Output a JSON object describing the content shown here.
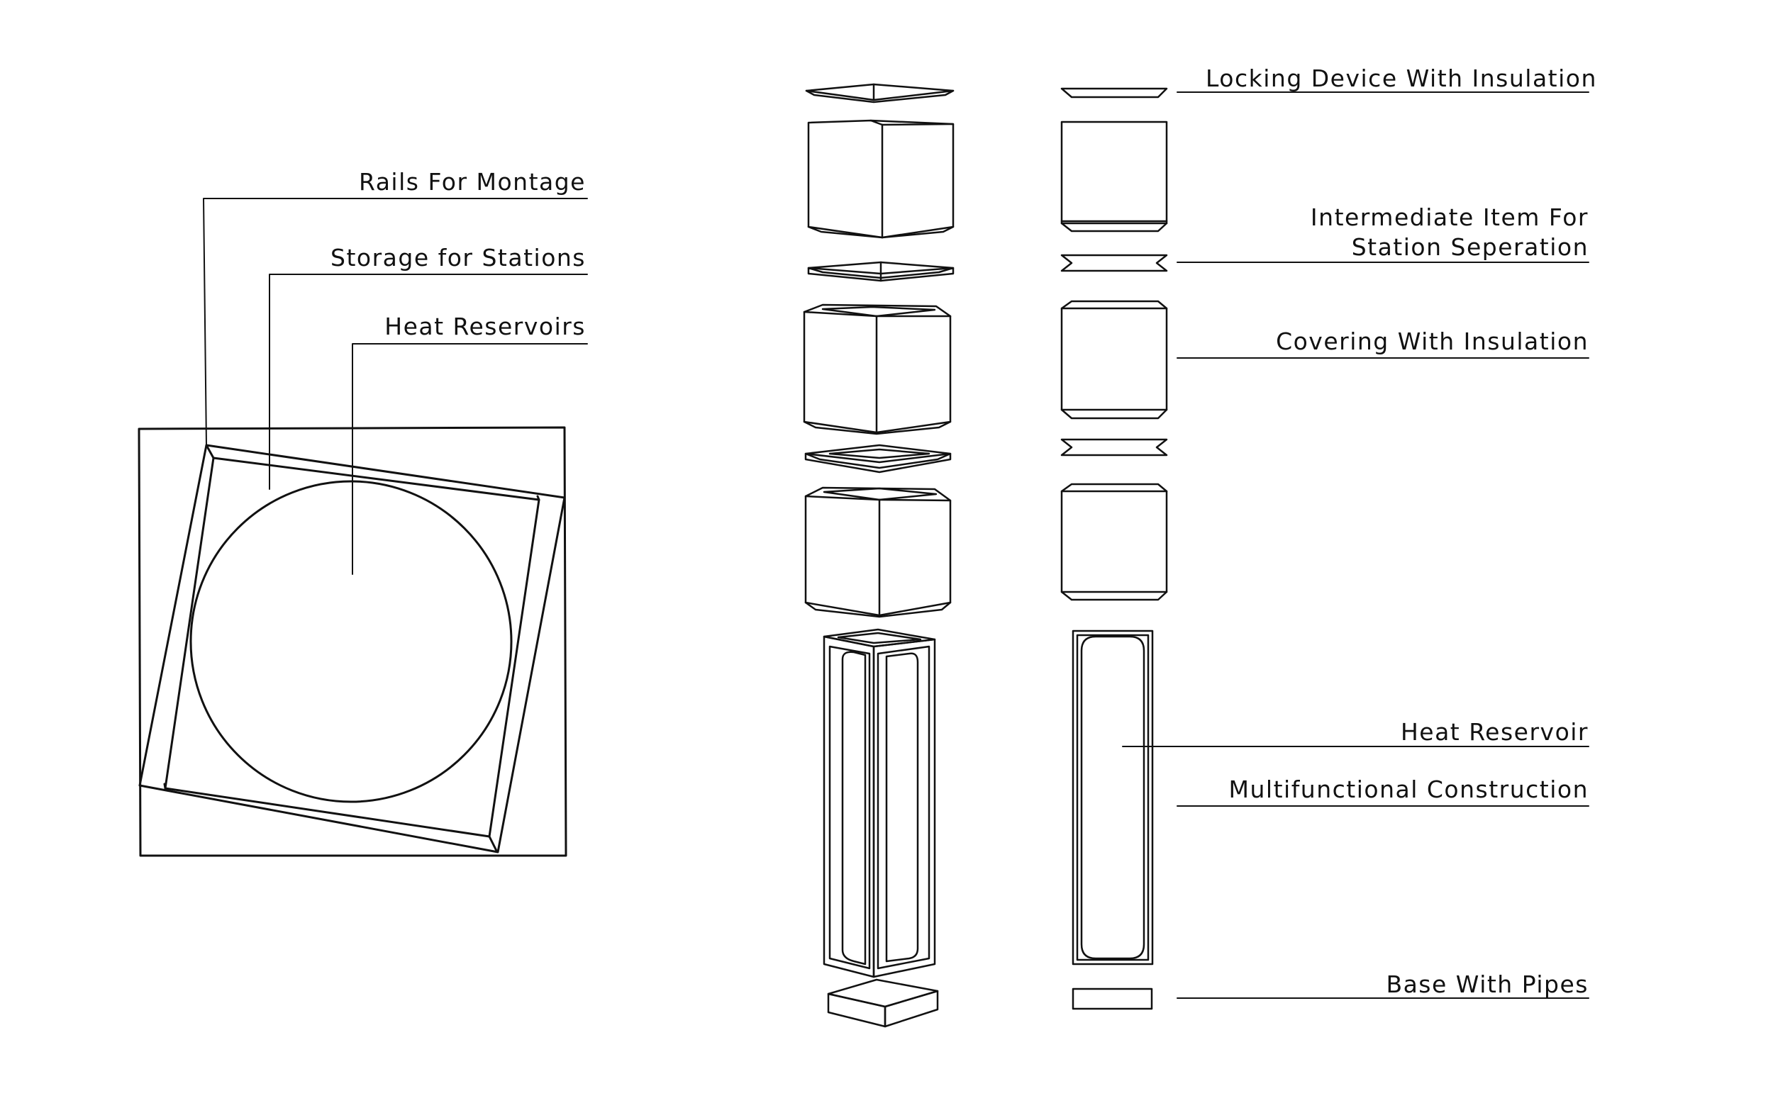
{
  "plan_view": {
    "labels": [
      {
        "id": "rails",
        "text": "Rails For Montage"
      },
      {
        "id": "storage",
        "text": "Storage for Stations"
      },
      {
        "id": "heat_reservoirs",
        "text": "Heat Reservoirs"
      }
    ]
  },
  "section_view": {
    "labels": [
      {
        "id": "locking",
        "lines": [
          "Locking Device With Insulation"
        ]
      },
      {
        "id": "intermediate",
        "lines": [
          "Intermediate Item For",
          "Station Seperation"
        ]
      },
      {
        "id": "covering",
        "lines": [
          "Covering With Insulation"
        ]
      },
      {
        "id": "heat_reservoir",
        "lines": [
          "Heat Reservoir"
        ]
      },
      {
        "id": "multifunctional",
        "lines": [
          "Multifunctional Construction"
        ]
      },
      {
        "id": "base",
        "lines": [
          "Base With Pipes"
        ]
      }
    ]
  },
  "colors": {
    "line": "#111111",
    "background": "#ffffff"
  }
}
